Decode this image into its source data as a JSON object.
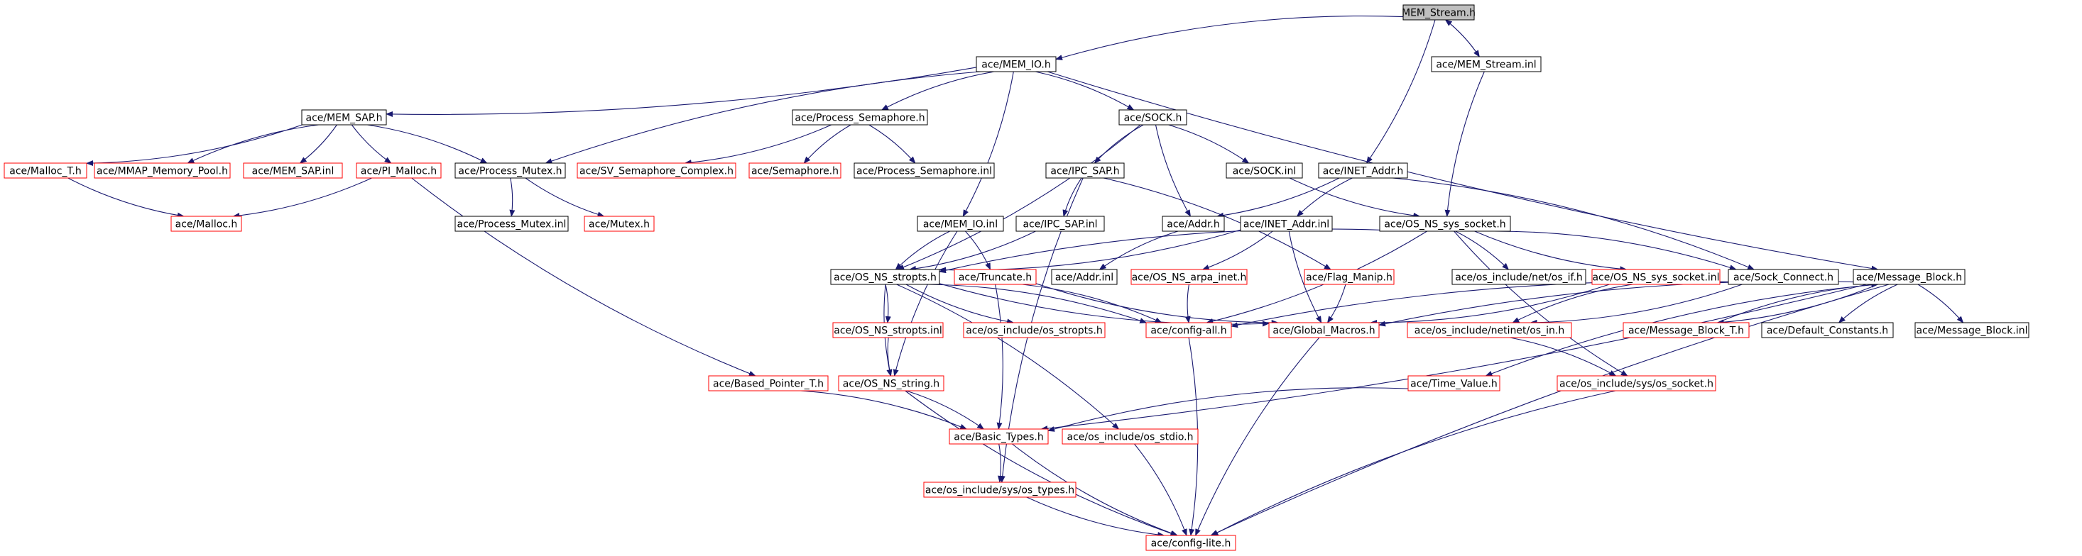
{
  "colors": {
    "edge": "#191970",
    "root_fill": "#bfbfbf",
    "box_border_documented": "#000000",
    "box_border_undocumented": "#ff0000",
    "text": "#000000"
  },
  "diagram": {
    "root": "mem_stream_h",
    "nodes": [
      {
        "id": "mem_stream_h",
        "label": "MEM_Stream.h",
        "kind": "root"
      },
      {
        "id": "mem_stream_inl",
        "label": "ace/MEM_Stream.inl",
        "kind": "documented"
      },
      {
        "id": "mem_io_h",
        "label": "ace/MEM_IO.h",
        "kind": "documented"
      },
      {
        "id": "mem_sap_h",
        "label": "ace/MEM_SAP.h",
        "kind": "documented"
      },
      {
        "id": "process_semaphore_h",
        "label": "ace/Process_Semaphore.h",
        "kind": "documented"
      },
      {
        "id": "sock_h",
        "label": "ace/SOCK.h",
        "kind": "documented"
      },
      {
        "id": "malloc_t_h",
        "label": "ace/Malloc_T.h",
        "kind": "undocumented"
      },
      {
        "id": "mmap_memory_pool_h",
        "label": "ace/MMAP_Memory_Pool.h",
        "kind": "undocumented"
      },
      {
        "id": "mem_sap_inl",
        "label": "ace/MEM_SAP.inl",
        "kind": "undocumented"
      },
      {
        "id": "pi_malloc_h",
        "label": "ace/PI_Malloc.h",
        "kind": "undocumented"
      },
      {
        "id": "process_mutex_h",
        "label": "ace/Process_Mutex.h",
        "kind": "documented"
      },
      {
        "id": "sv_semaphore_complex_h",
        "label": "ace/SV_Semaphore_Complex.h",
        "kind": "undocumented"
      },
      {
        "id": "semaphore_h",
        "label": "ace/Semaphore.h",
        "kind": "undocumented"
      },
      {
        "id": "process_semaphore_inl",
        "label": "ace/Process_Semaphore.inl",
        "kind": "documented"
      },
      {
        "id": "ipc_sap_h",
        "label": "ace/IPC_SAP.h",
        "kind": "documented"
      },
      {
        "id": "sock_inl",
        "label": "ace/SOCK.inl",
        "kind": "documented"
      },
      {
        "id": "inet_addr_h",
        "label": "ace/INET_Addr.h",
        "kind": "documented"
      },
      {
        "id": "malloc_h",
        "label": "ace/Malloc.h",
        "kind": "undocumented"
      },
      {
        "id": "process_mutex_inl",
        "label": "ace/Process_Mutex.inl",
        "kind": "documented"
      },
      {
        "id": "mutex_h",
        "label": "ace/Mutex.h",
        "kind": "undocumented"
      },
      {
        "id": "mem_io_inl",
        "label": "ace/MEM_IO.inl",
        "kind": "documented"
      },
      {
        "id": "ipc_sap_inl",
        "label": "ace/IPC_SAP.inl",
        "kind": "documented"
      },
      {
        "id": "addr_h",
        "label": "ace/Addr.h",
        "kind": "documented"
      },
      {
        "id": "inet_addr_inl",
        "label": "ace/INET_Addr.inl",
        "kind": "documented"
      },
      {
        "id": "os_ns_sys_socket_h",
        "label": "ace/OS_NS_sys_socket.h",
        "kind": "documented"
      },
      {
        "id": "os_ns_stropts_h",
        "label": "ace/OS_NS_stropts.h",
        "kind": "documented"
      },
      {
        "id": "truncate_h",
        "label": "ace/Truncate.h",
        "kind": "undocumented"
      },
      {
        "id": "addr_inl",
        "label": "ace/Addr.inl",
        "kind": "documented"
      },
      {
        "id": "os_ns_arpa_inet_h",
        "label": "ace/OS_NS_arpa_inet.h",
        "kind": "undocumented"
      },
      {
        "id": "flag_manip_h",
        "label": "ace/Flag_Manip.h",
        "kind": "undocumented"
      },
      {
        "id": "os_include_net_os_if_h",
        "label": "ace/os_include/net/os_if.h",
        "kind": "documented"
      },
      {
        "id": "os_ns_sys_socket_inl",
        "label": "ace/OS_NS_sys_socket.inl",
        "kind": "undocumented"
      },
      {
        "id": "sock_connect_h",
        "label": "ace/Sock_Connect.h",
        "kind": "documented"
      },
      {
        "id": "message_block_h",
        "label": "ace/Message_Block.h",
        "kind": "documented"
      },
      {
        "id": "os_ns_stropts_inl",
        "label": "ace/OS_NS_stropts.inl",
        "kind": "undocumented"
      },
      {
        "id": "os_include_os_stropts_h",
        "label": "ace/os_include/os_stropts.h",
        "kind": "undocumented"
      },
      {
        "id": "config_all_h",
        "label": "ace/config-all.h",
        "kind": "undocumented"
      },
      {
        "id": "global_macros_h",
        "label": "ace/Global_Macros.h",
        "kind": "undocumented"
      },
      {
        "id": "os_include_netinet_os_in_h",
        "label": "ace/os_include/netinet/os_in.h",
        "kind": "undocumented"
      },
      {
        "id": "message_block_t_h",
        "label": "ace/Message_Block_T.h",
        "kind": "undocumented"
      },
      {
        "id": "default_constants_h",
        "label": "ace/Default_Constants.h",
        "kind": "documented"
      },
      {
        "id": "message_block_inl",
        "label": "ace/Message_Block.inl",
        "kind": "documented"
      },
      {
        "id": "based_pointer_t_h",
        "label": "ace/Based_Pointer_T.h",
        "kind": "undocumented"
      },
      {
        "id": "os_ns_string_h",
        "label": "ace/OS_NS_string.h",
        "kind": "undocumented"
      },
      {
        "id": "time_value_h",
        "label": "ace/Time_Value.h",
        "kind": "undocumented"
      },
      {
        "id": "os_include_sys_os_socket_h",
        "label": "ace/os_include/sys/os_socket.h",
        "kind": "undocumented"
      },
      {
        "id": "basic_types_h",
        "label": "ace/Basic_Types.h",
        "kind": "undocumented"
      },
      {
        "id": "os_include_os_stdio_h",
        "label": "ace/os_include/os_stdio.h",
        "kind": "undocumented"
      },
      {
        "id": "os_include_sys_os_types_h",
        "label": "ace/os_include/sys/os_types.h",
        "kind": "undocumented"
      },
      {
        "id": "config_lite_h",
        "label": "ace/config-lite.h",
        "kind": "undocumented"
      }
    ],
    "edges": [
      [
        "mem_stream_h",
        "mem_io_h"
      ],
      [
        "mem_stream_h",
        "mem_stream_inl"
      ],
      [
        "mem_stream_inl",
        "mem_stream_h"
      ],
      [
        "mem_stream_h",
        "inet_addr_h"
      ],
      [
        "mem_stream_inl",
        "os_ns_sys_socket_h"
      ],
      [
        "mem_io_h",
        "mem_sap_h"
      ],
      [
        "mem_io_h",
        "process_semaphore_h"
      ],
      [
        "mem_io_h",
        "sock_h"
      ],
      [
        "mem_io_h",
        "process_mutex_h"
      ],
      [
        "mem_io_h",
        "mem_io_inl"
      ],
      [
        "mem_io_h",
        "message_block_h"
      ],
      [
        "mem_sap_h",
        "malloc_t_h"
      ],
      [
        "mem_sap_h",
        "mmap_memory_pool_h"
      ],
      [
        "mem_sap_h",
        "mem_sap_inl"
      ],
      [
        "mem_sap_h",
        "pi_malloc_h"
      ],
      [
        "mem_sap_h",
        "process_mutex_h"
      ],
      [
        "malloc_t_h",
        "malloc_h"
      ],
      [
        "pi_malloc_h",
        "malloc_h"
      ],
      [
        "pi_malloc_h",
        "based_pointer_t_h"
      ],
      [
        "process_mutex_h",
        "process_mutex_inl"
      ],
      [
        "process_mutex_h",
        "mutex_h"
      ],
      [
        "process_semaphore_h",
        "sv_semaphore_complex_h"
      ],
      [
        "process_semaphore_h",
        "semaphore_h"
      ],
      [
        "process_semaphore_h",
        "process_semaphore_inl"
      ],
      [
        "sock_h",
        "ipc_sap_h"
      ],
      [
        "sock_h",
        "sock_inl"
      ],
      [
        "sock_h",
        "addr_h"
      ],
      [
        "sock_h",
        "os_ns_stropts_h"
      ],
      [
        "ipc_sap_h",
        "ipc_sap_inl"
      ],
      [
        "ipc_sap_h",
        "flag_manip_h"
      ],
      [
        "ipc_sap_h",
        "os_include_sys_os_types_h"
      ],
      [
        "ipc_sap_inl",
        "os_ns_stropts_h"
      ],
      [
        "sock_inl",
        "os_ns_sys_socket_h"
      ],
      [
        "inet_addr_h",
        "addr_h"
      ],
      [
        "inet_addr_h",
        "inet_addr_inl"
      ],
      [
        "inet_addr_h",
        "sock_connect_h"
      ],
      [
        "addr_h",
        "addr_inl"
      ],
      [
        "inet_addr_inl",
        "os_ns_arpa_inet_h"
      ],
      [
        "inet_addr_inl",
        "global_macros_h"
      ],
      [
        "inet_addr_inl",
        "os_ns_stropts_h"
      ],
      [
        "mem_io_inl",
        "os_ns_stropts_h"
      ],
      [
        "mem_io_inl",
        "truncate_h"
      ],
      [
        "mem_io_inl",
        "os_ns_string_h"
      ],
      [
        "os_ns_sys_socket_h",
        "os_include_net_os_if_h"
      ],
      [
        "os_ns_sys_socket_h",
        "os_ns_sys_socket_inl"
      ],
      [
        "os_ns_sys_socket_h",
        "sock_connect_h"
      ],
      [
        "os_ns_sys_socket_h",
        "os_ns_stropts_h"
      ],
      [
        "os_ns_sys_socket_h",
        "config_all_h"
      ],
      [
        "os_ns_sys_socket_h",
        "os_include_sys_os_socket_h"
      ],
      [
        "os_ns_stropts_h",
        "os_ns_stropts_inl"
      ],
      [
        "os_ns_stropts_h",
        "os_include_os_stropts_h"
      ],
      [
        "os_ns_stropts_h",
        "config_all_h"
      ],
      [
        "os_ns_stropts_h",
        "global_macros_h"
      ],
      [
        "os_ns_stropts_h",
        "os_include_os_stdio_h"
      ],
      [
        "os_ns_stropts_h",
        "os_ns_string_h"
      ],
      [
        "truncate_h",
        "config_all_h"
      ],
      [
        "truncate_h",
        "global_macros_h"
      ],
      [
        "truncate_h",
        "basic_types_h"
      ],
      [
        "os_ns_arpa_inet_h",
        "config_all_h"
      ],
      [
        "flag_manip_h",
        "global_macros_h"
      ],
      [
        "os_ns_sys_socket_inl",
        "os_include_netinet_os_in_h"
      ],
      [
        "os_ns_sys_socket_inl",
        "global_macros_h"
      ],
      [
        "sock_connect_h",
        "config_all_h"
      ],
      [
        "sock_connect_h",
        "os_include_netinet_os_in_h"
      ],
      [
        "message_block_h",
        "global_macros_h"
      ],
      [
        "message_block_h",
        "message_block_t_h"
      ],
      [
        "message_block_h",
        "default_constants_h"
      ],
      [
        "message_block_h",
        "message_block_inl"
      ],
      [
        "message_block_h",
        "time_value_h"
      ],
      [
        "message_block_h",
        "basic_types_h"
      ],
      [
        "message_block_h",
        "config_lite_h"
      ],
      [
        "message_block_t_h",
        "message_block_h"
      ],
      [
        "os_ns_stropts_inl",
        "os_ns_string_h"
      ],
      [
        "os_ns_string_h",
        "basic_types_h"
      ],
      [
        "os_ns_string_h",
        "config_lite_h"
      ],
      [
        "based_pointer_t_h",
        "basic_types_h"
      ],
      [
        "time_value_h",
        "basic_types_h"
      ],
      [
        "os_include_netinet_os_in_h",
        "os_include_sys_os_socket_h"
      ],
      [
        "os_include_sys_os_socket_h",
        "config_lite_h"
      ],
      [
        "basic_types_h",
        "os_include_sys_os_types_h"
      ],
      [
        "basic_types_h",
        "config_lite_h"
      ],
      [
        "os_include_os_stdio_h",
        "config_lite_h"
      ],
      [
        "os_include_sys_os_types_h",
        "config_lite_h"
      ],
      [
        "config_all_h",
        "config_lite_h"
      ],
      [
        "global_macros_h",
        "config_lite_h"
      ]
    ]
  }
}
